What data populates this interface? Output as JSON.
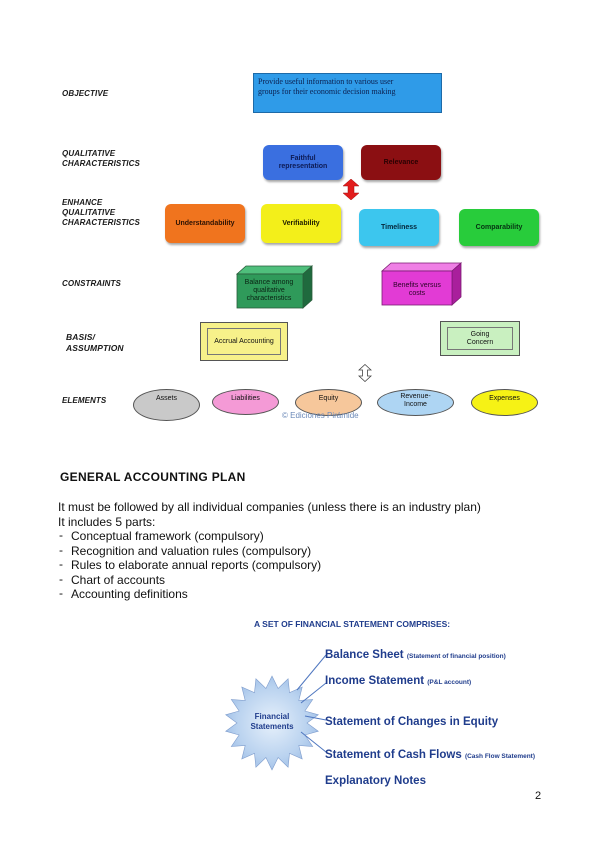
{
  "diagram": {
    "rows": {
      "objective": "OBJECTIVE",
      "qualitative_1": "QUALITATIVE",
      "qualitative_2": "CHARACTERISTICS",
      "enhance_1": "ENHANCE",
      "enhance_2": "QUALITATIVE",
      "enhance_3": "CHARACTERISTICS",
      "constraints": "CONSTRAINTS",
      "basis_1": "BASIS/",
      "basis_2": "ASSUMPTION",
      "elements": "ELEMENTS"
    },
    "objective_box_1": "Provide useful information to various user",
    "objective_box_2": "groups for their economic decision making",
    "qualitative": {
      "faithful_1": "Faithful",
      "faithful_2": "representation",
      "relevance": "Relevance"
    },
    "enhance": {
      "understandability": "Understandability",
      "verifiability": "Verifiability",
      "timeliness": "Timeliness",
      "comparability": "Comparability"
    },
    "constraints": {
      "balance_1": "Balance among",
      "balance_2": "qualitative",
      "balance_3": "characteristics",
      "benefits_1": "Benefits versus",
      "benefits_2": "costs"
    },
    "basis": {
      "accrual": "Accrual Accounting",
      "going_1": "Going",
      "going_2": "Concern"
    },
    "elements": {
      "assets": "Assets",
      "liabilities": "Liabilities",
      "equity": "Equity",
      "revenue_1": "Revenue-",
      "revenue_2": "Income",
      "expenses": "Expenses"
    },
    "watermark": "© Ediciones Pirámide"
  },
  "section": {
    "heading": "GENERAL ACCOUNTING PLAN",
    "line1": "It must be followed by all individual companies (unless there is an industry plan)",
    "line2": "It includes 5 parts:",
    "parts": [
      "Conceptual framework (compulsory)",
      "Recognition and valuation rules (compulsory)",
      "Rules to elaborate annual reports (compulsory)",
      "Chart of accounts",
      "Accounting definitions"
    ]
  },
  "financial": {
    "title": "A SET OF FINANCIAL STATEMENT COMPRISES:",
    "star_1": "Financial",
    "star_2": "Statements",
    "items": [
      {
        "main": "Balance Sheet",
        "note": "(Statement of financial position)"
      },
      {
        "main": "Income Statement",
        "note": "(P&L account)"
      },
      {
        "main": "Statement of Changes in Equity",
        "note": ""
      },
      {
        "main": "Statement of Cash Flows",
        "note": "(Cash Flow Statement)"
      },
      {
        "main": "Explanatory Notes",
        "note": ""
      }
    ]
  },
  "page_number": "2",
  "colors": {
    "objective": "#2f9be8",
    "faithful": "#3a6fe0",
    "relevance": "#8b0f12",
    "understandability": "#f0741e",
    "verifiability": "#f3ef1a",
    "timeliness": "#3cc6ee",
    "comparability": "#28cc3b",
    "balance": "#2f9a5a",
    "benefits": "#e23bd5",
    "accrual": "#f7f18a",
    "going": "#c9f0c0",
    "assets": "#c9c9c9",
    "liabilities": "#f49ad6",
    "equity": "#f6c79b",
    "revenue": "#aed5f3",
    "expenses": "#f6f215",
    "arrow": "#e21c1c",
    "fs_text": "#1f3c8c"
  }
}
